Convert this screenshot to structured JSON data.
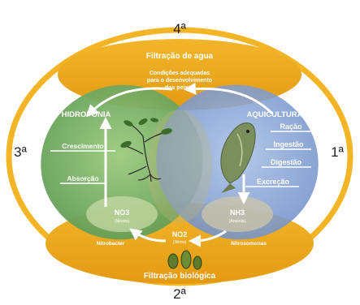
{
  "stage_labels": {
    "top": "4ª",
    "right": "1ª",
    "bottom": "2ª",
    "left": "3ª"
  },
  "top_band": {
    "title": "Filtração de agua",
    "note_lines": [
      "Condições adequadas",
      "para o desenvolvimento",
      "dos peixes"
    ]
  },
  "bottom_band": {
    "title": "Filtração biológica",
    "left_bacteria": "Nitrobacter",
    "right_bacteria": "Nitrosomonas"
  },
  "hidroponia": {
    "title": "HIDROPONIA",
    "items": [
      "Crescimento",
      "Absorção"
    ]
  },
  "aquicultura": {
    "title": "AQUICULTURA",
    "items": [
      "Ração",
      "Ingestão",
      "Digestão",
      "Excreção"
    ]
  },
  "compounds": {
    "no3": {
      "label": "NO3",
      "sub": "(Nitrato)"
    },
    "no2": {
      "label": "NO2",
      "sub": "(Nitrito)"
    },
    "nh3": {
      "label": "NH3",
      "sub": "(Amonia)"
    }
  },
  "colors": {
    "outer_ring": "#f2b11e",
    "band": "#e9a21a",
    "green": "#7fb36a",
    "blue": "#8fa9d6",
    "white": "#ffffff"
  },
  "icons": [
    "plant-icon",
    "fish-icon",
    "bacteria-icon"
  ]
}
